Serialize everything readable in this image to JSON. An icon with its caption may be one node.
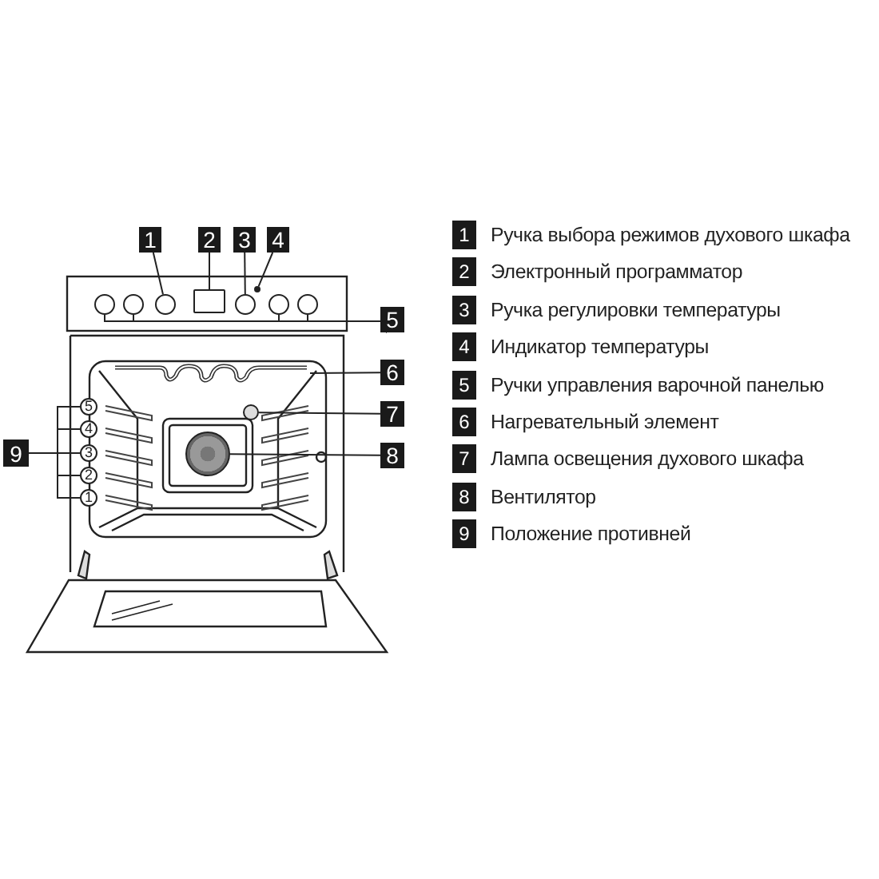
{
  "diagram": {
    "nodes": [
      {
        "text": [
          "1"
        ]
      },
      {
        "text": [
          "2"
        ]
      },
      {
        "text": [
          "3"
        ]
      },
      {
        "text": [
          "4"
        ]
      },
      {
        "text": [
          "5"
        ]
      },
      {
        "text": [
          "6"
        ]
      },
      {
        "text": [
          "7"
        ]
      },
      {
        "text": [
          "8"
        ]
      },
      {
        "text": [
          "9"
        ]
      },
      {
        "text": [],
        "shape": "circle"
      },
      {
        "text": [],
        "shape": "box"
      },
      {
        "text": [],
        "shape": "circle"
      },
      {
        "text": [],
        "shape": "circle"
      },
      {
        "text": [],
        "shape": "circle"
      },
      {
        "text": [],
        "shape": "circle"
      },
      {
        "text": [],
        "shape": "circle"
      },
      {
        "text": [],
        "shape": "circle"
      },
      {
        "text": [],
        "shape": "picture"
      },
      {
        "text": [],
        "shape": "circle"
      },
      {
        "text": [],
        "shape": "circle"
      },
      {
        "text": [
          "5"
        ]
      },
      {
        "text": [
          "4"
        ]
      },
      {
        "text": [
          "3"
        ]
      },
      {
        "text": [
          "2"
        ]
      },
      {
        "text": [
          "1"
        ]
      },
      {
        "text": [
          "1"
        ],
        "beside": [
          "Ручка выбора режимов духового шкафа"
        ]
      },
      {
        "text": [
          "2"
        ],
        "beside": [
          "Электронный программатор"
        ]
      },
      {
        "text": [
          "3"
        ],
        "beside": [
          "Ручка регулировки температуры"
        ]
      },
      {
        "text": [
          "4"
        ],
        "beside": [
          "Индикатор температуры"
        ]
      },
      {
        "text": [
          "5"
        ],
        "beside": [
          "Ручки управления варочной панелью"
        ]
      },
      {
        "text": [
          "6"
        ],
        "beside": [
          "Нагревательный элемент"
        ]
      },
      {
        "text": [
          "7"
        ],
        "beside": [
          "Лампа освещения духового шкафа"
        ]
      },
      {
        "text": [
          "8"
        ],
        "beside": [
          "Вентилятор"
        ]
      },
      {
        "text": [
          "9"
        ],
        "beside": [
          "Положение противней"
        ]
      }
    ],
    "edges": [
      {
        "from": 0,
        "to": 9,
        "arrow": "none"
      },
      {
        "from": 1,
        "to": 10,
        "arrow": "none"
      },
      {
        "from": 2,
        "to": 11,
        "arrow": "none"
      },
      {
        "from": 3,
        "to": 12,
        "arrow": "none"
      },
      {
        "from": 4,
        "to": 13,
        "arrow": "none"
      },
      {
        "from": 4,
        "to": 14,
        "arrow": "none"
      },
      {
        "from": 4,
        "to": 15,
        "arrow": "none"
      },
      {
        "from": 4,
        "to": 16,
        "arrow": "none"
      },
      {
        "from": 5,
        "to": 17,
        "arrow": "none"
      },
      {
        "from": 6,
        "to": 18,
        "arrow": "none"
      },
      {
        "from": 7,
        "to": 19,
        "arrow": "none"
      },
      {
        "from": 8,
        "to": 20,
        "arrow": "none"
      },
      {
        "from": 8,
        "to": 21,
        "arrow": "none"
      },
      {
        "from": 8,
        "to": 22,
        "arrow": "none"
      },
      {
        "from": 8,
        "to": 23,
        "arrow": "none"
      },
      {
        "from": 8,
        "to": 24,
        "arrow": "none"
      }
    ]
  }
}
